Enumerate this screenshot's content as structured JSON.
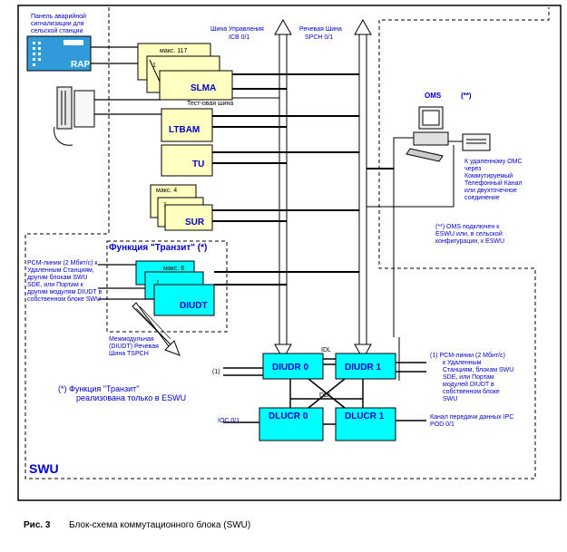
{
  "panel": {
    "title_lines": [
      "Панель аварийной",
      "сигнализации для",
      "сельской станции"
    ],
    "box_label": "RAP"
  },
  "buses": {
    "control": [
      "Шина Управления",
      "ICB 0/1"
    ],
    "speech": [
      "Речевая Шина",
      "SPCH 0/1"
    ]
  },
  "slma": {
    "max": "макс. 117",
    "index": "1",
    "label": "SLMA",
    "test_bus": "Тест-овая шина"
  },
  "ltbam": {
    "label": "LTBAM"
  },
  "tu": {
    "label": "TU"
  },
  "sur": {
    "max": "макс. 4",
    "index": "1",
    "label": "SUR"
  },
  "transit": {
    "title": "Функция \"Транзит\" (*)",
    "max": "макс. 8",
    "index": "1",
    "label": "DIUDT",
    "left_note": [
      "PCM-линии (2 Мбит/с) к",
      "Удаленным Станциям,",
      "другим блокам SWU",
      "SDE, или Портам к",
      "другим модулям DIUDT в",
      "собственном блоке SWU"
    ],
    "bottom_note": [
      "Межмодульная",
      "(DIUDT) Речевая",
      "Шина TSPCH"
    ]
  },
  "footnote": [
    "(*) Функция \"Транзит\"",
    "реализована только в ESWU"
  ],
  "oms": {
    "label": "OMS",
    "star": "(**)",
    "remote_note": [
      "К удаленному OMC",
      "через",
      "Коммутируемый",
      "Телефонный Канал",
      "или двухточечное",
      "соединение"
    ],
    "star_note": [
      "(**) OMS подключен к",
      "ESWU или, в сельской",
      "конфигурации, к ESWU"
    ]
  },
  "core": {
    "diudr0": "DIUDR 0",
    "diudr1": "DIUDR 1",
    "dlucr0": "DLUCR 0",
    "dlucr1": "DLUCR 1",
    "idl": "IDL",
    "ddl": "DDL",
    "ioc_label": "IOC 0/1",
    "mu": "(1)",
    "right_note": [
      "(1) PCM-линии (2 Мбит/с)",
      "к Удаленным",
      "Станциям, блокам SWU",
      "SDE, или Портам",
      "модулей DIUDT в",
      "собственном блоке",
      "SWU"
    ],
    "ipc_note": [
      "Канал передачи данных IPC",
      "POD 0/1"
    ]
  },
  "swu_label": "SWU",
  "caption": {
    "number": "Рис. 3",
    "text": "Блок-схема коммутационного блока (SWU)"
  },
  "colors": {
    "box_fill": "#ffffc0",
    "cyan": "#00ffff",
    "panel_blue": "#2f9bd9",
    "title_blue": "#0000cc"
  }
}
